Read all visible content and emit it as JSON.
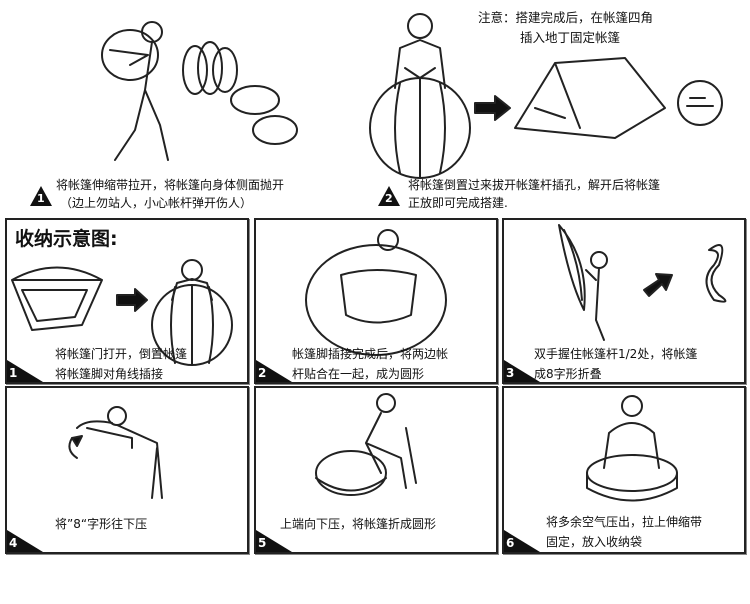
{
  "note": {
    "line1": "注意：搭建完成后，在帐篷四角",
    "line2": "插入地丁固定帐篷"
  },
  "setup_steps": [
    {
      "number": "1",
      "line1": "将帐篷伸缩带拉开，将帐篷向身体侧面抛开",
      "line2": "（边上勿站人，小心帐杆弹开伤人）"
    },
    {
      "number": "2",
      "line1": "将帐篷倒置过来拔开帐篷杆插孔，解开后将帐篷",
      "line2": "正放即可完成搭建."
    }
  ],
  "storage_title": "收纳示意图:",
  "storage_steps": [
    {
      "number": "1",
      "line1": "将帐篷门打开，倒置帐篷",
      "line2": "将帐篷脚对角线插接"
    },
    {
      "number": "2",
      "line1": "帐篷脚插接完成后，将两边帐",
      "line2": "杆贴合在一起，成为圆形"
    },
    {
      "number": "3",
      "line1": "双手握住帐篷杆1/2处，将帐篷",
      "line2": "成8字形折叠"
    },
    {
      "number": "4",
      "line1": "将”8“字形往下压",
      "line2": ""
    },
    {
      "number": "5",
      "line1": "上端向下压，将帐篷折成圆形",
      "line2": ""
    },
    {
      "number": "6",
      "line1": "将多余空气压出，拉上伸缩带",
      "line2": "固定，放入收纳袋"
    }
  ]
}
